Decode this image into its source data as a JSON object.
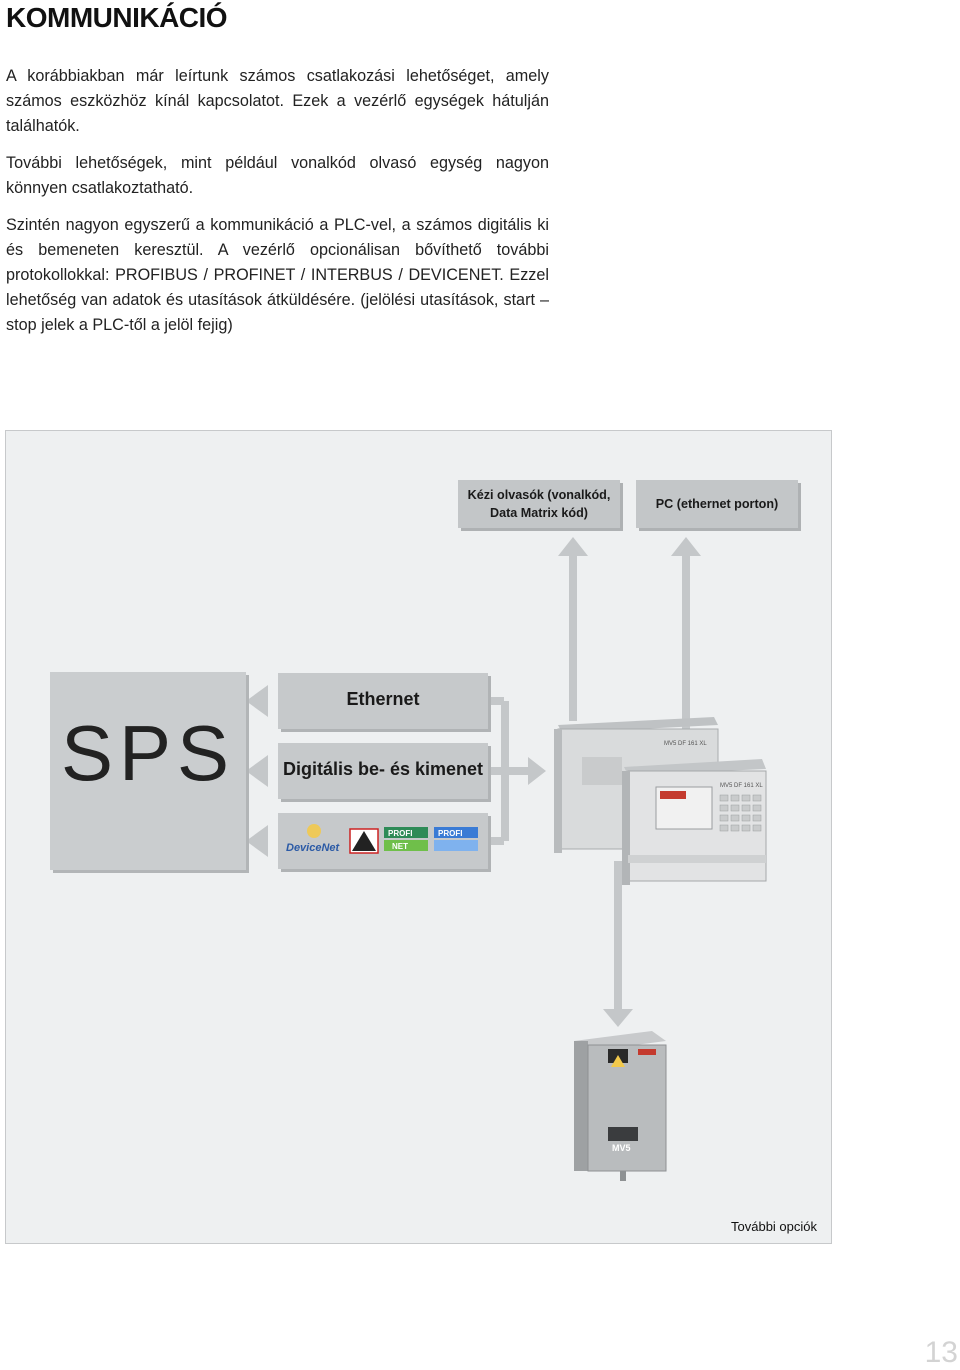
{
  "title": "KOMMUNIKÁCIÓ",
  "paragraphs": [
    "A korábbiakban már leírtunk számos csatlakozási lehetőséget, amely számos eszközhöz kínál kapcsolatot. Ezek a vezérlő egységek hátulján találhatók.",
    "További lehetőségek, mint például vonalkód olvasó egység nagyon könnyen csatlakoztatható.",
    "Szintén nagyon egyszerű a kommunikáció a PLC-vel, a számos digitális ki és bemeneten keresztül. A vezérlő opcionálisan bővíthető további protokollokkal: PROFIBUS / PROFINET / INTERBUS / DEVICENET. Ezzel lehetőség van adatok és utasítások átküldésére. (jelölési utasítások, start – stop jelek a PLC-től a jelöl fejig)"
  ],
  "diagram": {
    "sps_label": "SPS",
    "ethernet_label": "Ethernet",
    "digital_label": "Digitális be- és kimenet",
    "scanner_label_1": "Kézi olvasók (vonalkód,",
    "scanner_label_2": "Data Matrix kód)",
    "pc_label": "PC (ethernet porton)",
    "logos": {
      "devicenet": "DeviceNet",
      "profi_1": "PROFI",
      "profi_net": "NET",
      "profi_2": "PROFI"
    },
    "controller_model_1": "MV5 DF 161 XL",
    "controller_model_2": "MV5 DF 161 XL",
    "marking_head_label": "MV5",
    "footer_note": "További opciók"
  },
  "page_number": "13",
  "colors": {
    "diagram_bg": "#eef0f1",
    "box_gray": "#cacdcf",
    "arrow_gray": "#c4c7c9",
    "page_number": "#d3d3d3"
  }
}
